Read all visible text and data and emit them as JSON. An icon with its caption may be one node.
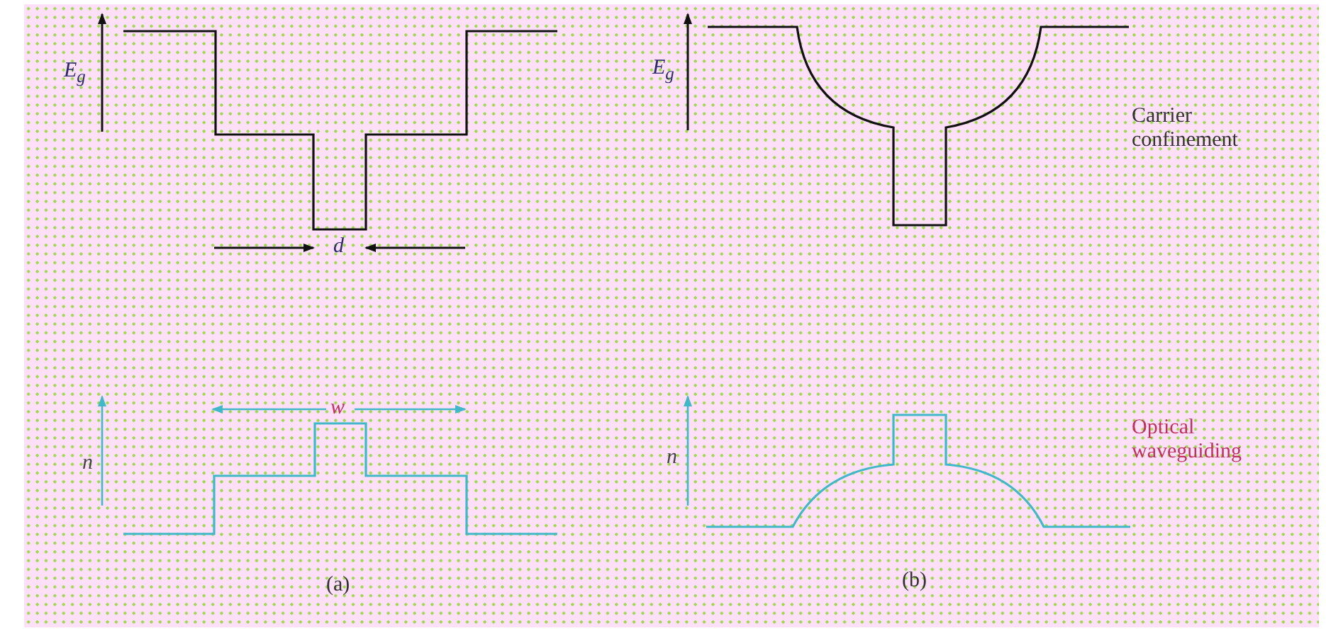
{
  "diagram": {
    "labels": [
      "E$_{g}$",
      "E$_{g}$",
      "Carrier confinement",
      "d",
      "w",
      "n",
      "n",
      "Optical waveguiding",
      "(a)",
      "(b)"
    ]
  }
}
